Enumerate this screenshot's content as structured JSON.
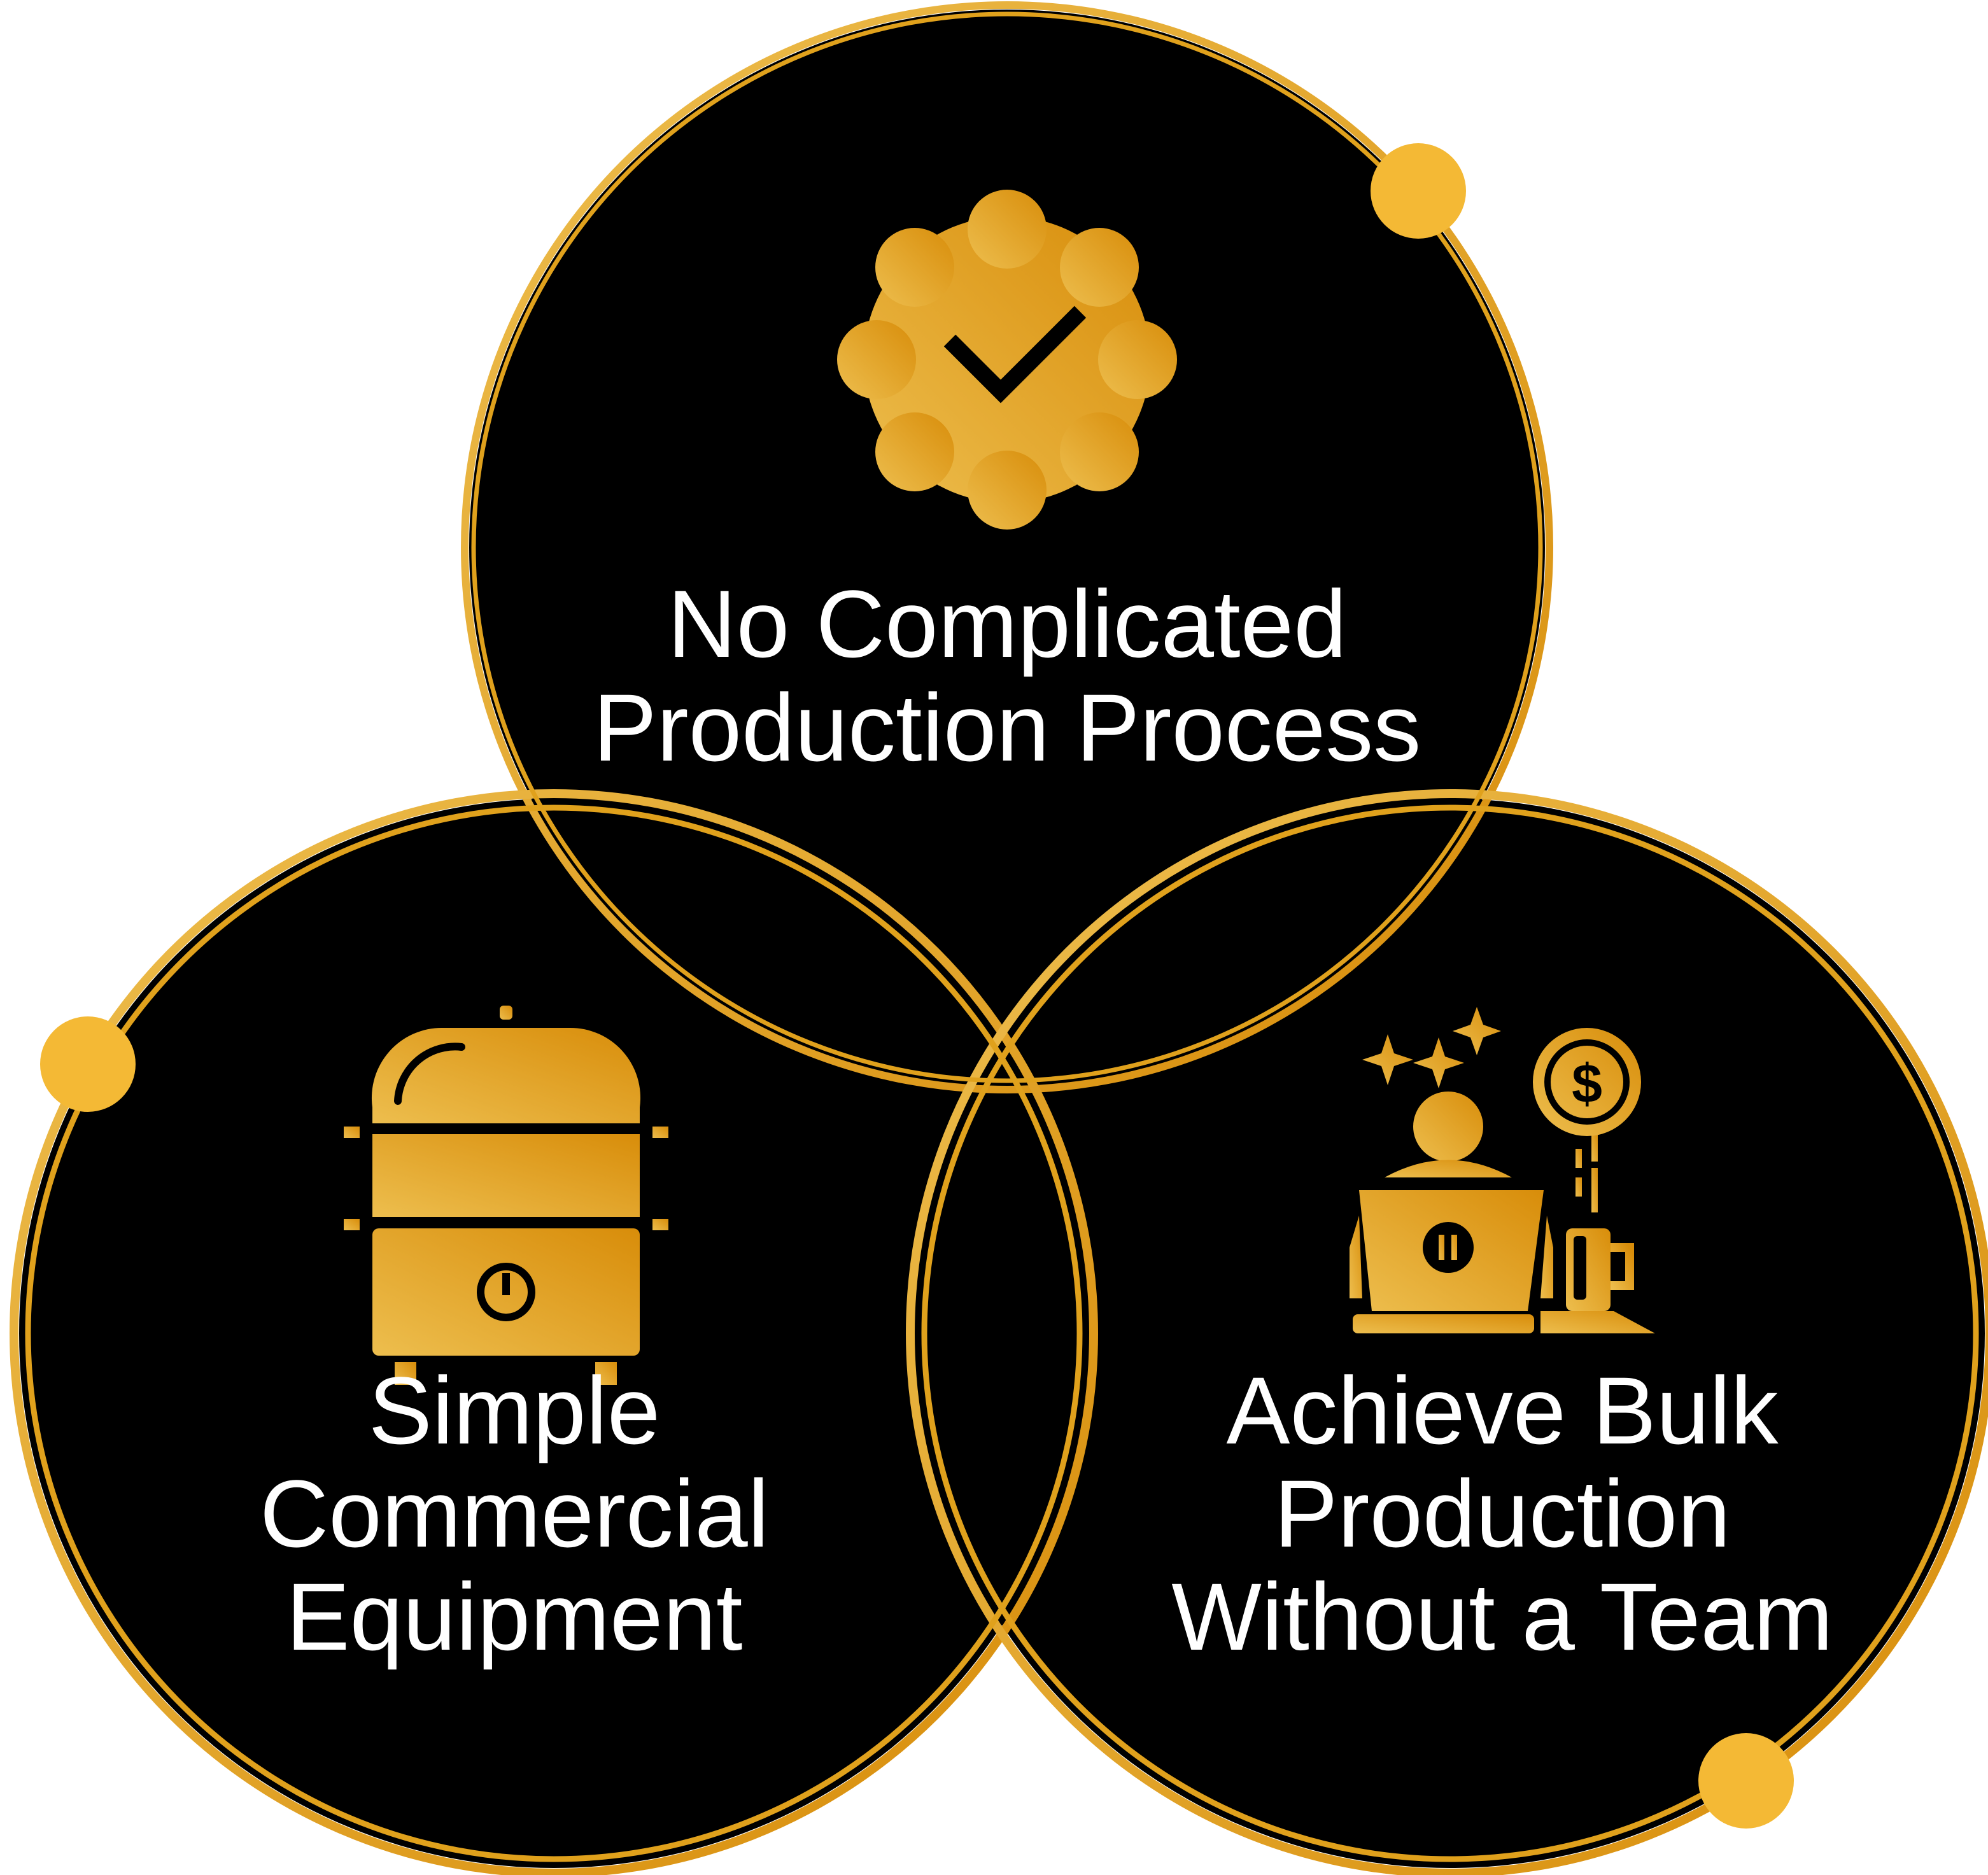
{
  "diagram": {
    "type": "venn-3",
    "colors": {
      "circle_fill": "#000000",
      "ring_gold": "#E0A11C",
      "dot_gold": "#F4B935",
      "icon_gradient_start": "#EDBE4E",
      "icon_gradient_end": "#D88D0A",
      "label_text": "#FFFFFF"
    },
    "circles": [
      {
        "id": "top",
        "icon": "checkmark-badge-icon",
        "label_lines": [
          "No Complicated",
          "Production Process"
        ]
      },
      {
        "id": "left",
        "icon": "commercial-steamer-icon",
        "label_lines": [
          "Simple",
          "Commercial",
          "Equipment"
        ]
      },
      {
        "id": "right",
        "icon": "person-laptop-coin-icon",
        "label_lines": [
          "Achieve Bulk",
          "Production",
          "Without a Team"
        ]
      }
    ],
    "accent_dots": 3,
    "icon_text": {
      "coin_symbol": "$"
    }
  }
}
